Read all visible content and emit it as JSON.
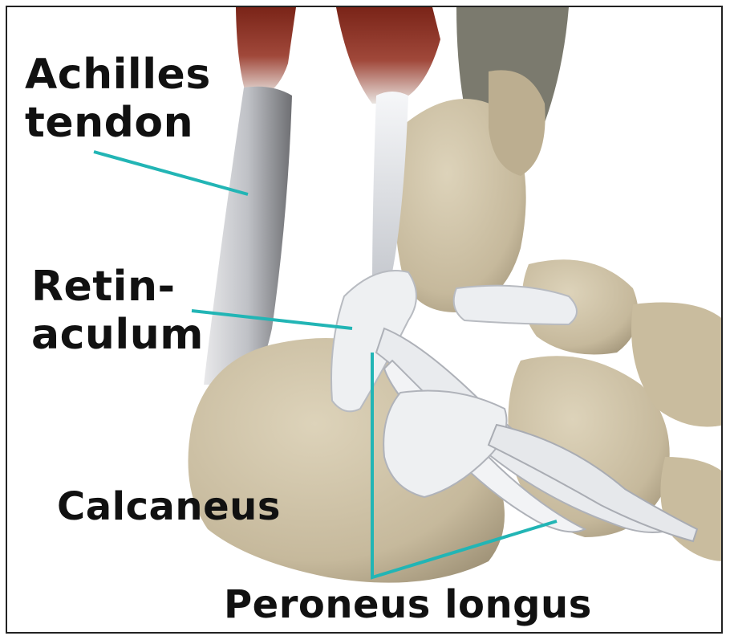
{
  "labels": {
    "achilles": [
      "Achilles",
      "tendon"
    ],
    "retinaculum": [
      "Retin-",
      "aculum"
    ],
    "calcaneus": "Calcaneus",
    "peroneus": "Peroneus longus"
  },
  "colors": {
    "bone": "#cdc1a4",
    "bone_shade": "#a99c80",
    "tendon": "#ecedf0",
    "tendon_shade": "#b9bcc3",
    "muscle": "#8b2d1f",
    "leader_line": "#22b5b5"
  }
}
